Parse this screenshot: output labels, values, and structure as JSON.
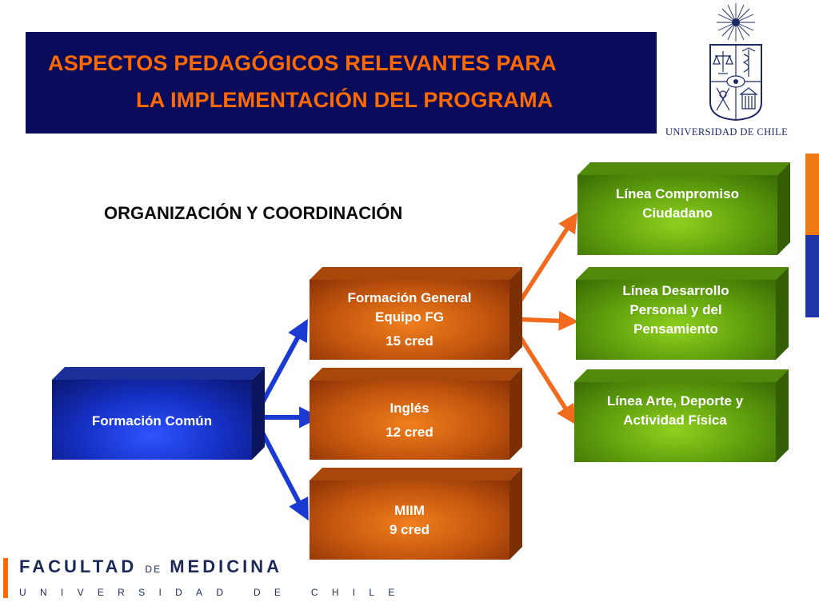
{
  "title": {
    "line1": "ASPECTOS PEDAGÓGICOS RELEVANTES PARA",
    "line2": "LA IMPLEMENTACIÓN DEL PROGRAMA"
  },
  "logo": {
    "university_name": "UNIVERSIDAD DE CHILE"
  },
  "section_heading": "ORGANIZACIÓN Y COORDINACIÓN",
  "boxes": {
    "formacion_comun": {
      "lines": [
        "Formación Común"
      ]
    },
    "formacion_general": {
      "lines": [
        "Formación General",
        "Equipo FG",
        "15 cred"
      ]
    },
    "ingles": {
      "lines": [
        "Inglés",
        "12 cred"
      ]
    },
    "miim": {
      "lines": [
        "MIIM",
        "9 cred"
      ]
    },
    "linea_compromiso": {
      "lines": [
        "Línea Compromiso",
        "Ciudadano"
      ]
    },
    "linea_desarrollo": {
      "lines": [
        "Línea Desarrollo",
        "Personal y del",
        "Pensamiento"
      ]
    },
    "linea_arte": {
      "lines": [
        "Línea Arte, Deporte y",
        "Actividad Física"
      ]
    }
  },
  "footer": {
    "faculty_word1": "FACULTAD",
    "faculty_word2": "DE",
    "faculty_word3": "MEDICINA",
    "faculty_sub": "UNIVERSIDAD DE CHILE"
  },
  "colors": {
    "banner": "#0b0b5c",
    "title_text": "#ff6a00",
    "orange_box": "#c4560e",
    "green_box": "#5c9c0c",
    "blue_box": "#1530c4",
    "orange_arrow": "#f26a1b",
    "blue_arrow": "#1a3ad1"
  }
}
